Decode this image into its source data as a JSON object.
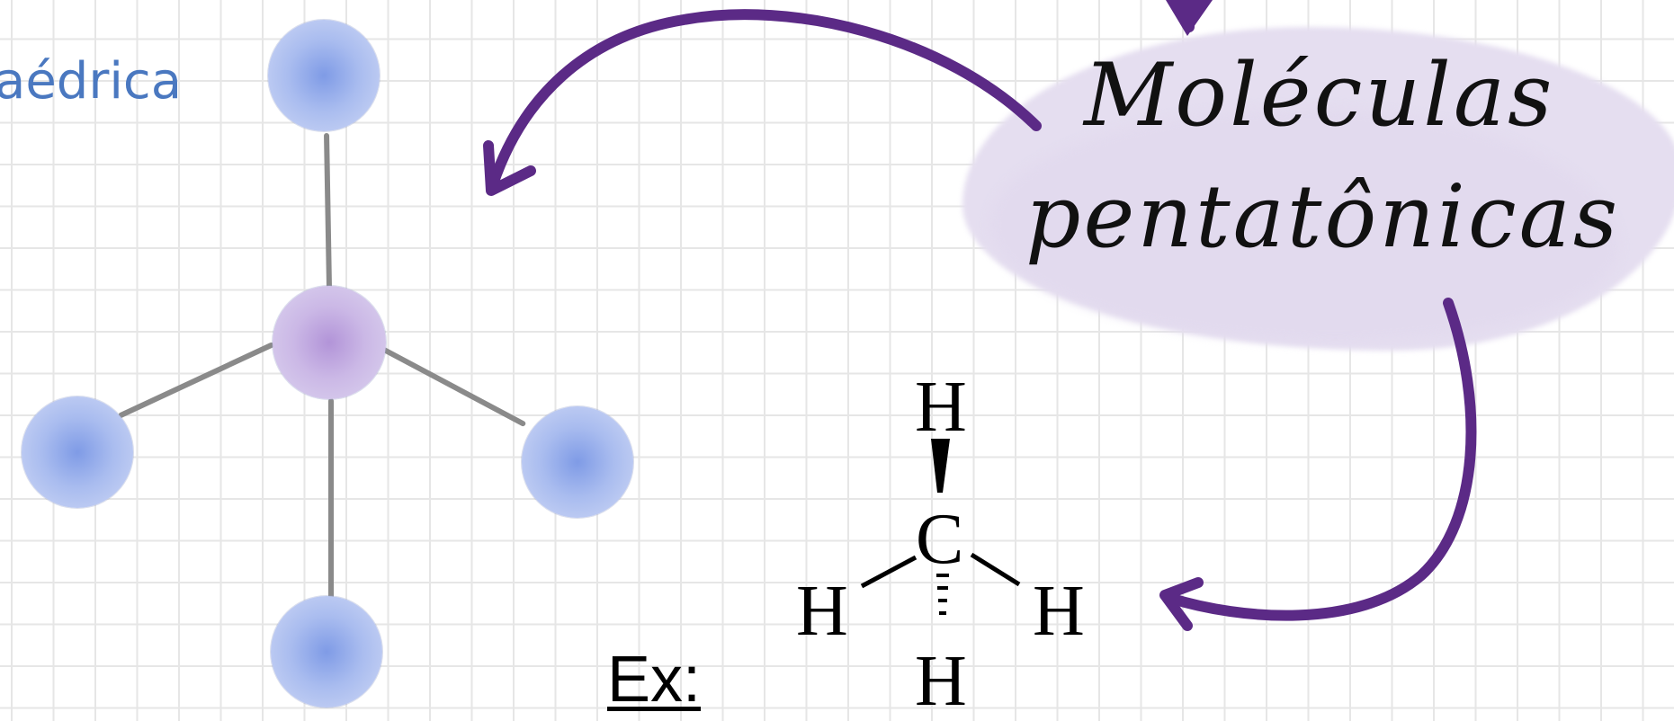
{
  "left_diagram": {
    "partial_label": "aédrica"
  },
  "title": {
    "line1": "Moléculas",
    "line2": "pentatônicas"
  },
  "methane": {
    "top_h": "H",
    "center": "C",
    "left_h": "H",
    "right_h": "H",
    "bottom_h": "H"
  },
  "example_label": "Ex:",
  "colors": {
    "arrow": "#5b2a86",
    "cloud": "#e5def0",
    "outer_atom": "#8fa8ea",
    "center_atom": "#c0a8e0",
    "geometry_label": "#4a78c0"
  }
}
